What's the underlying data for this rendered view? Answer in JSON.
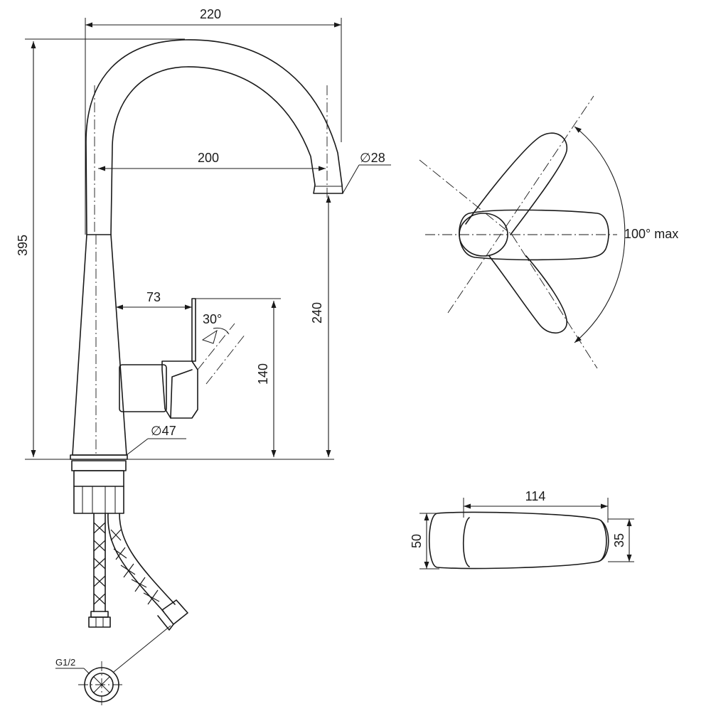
{
  "dimensions": {
    "total_width": "220",
    "spout_reach": "200",
    "spout_outlet_diameter": "∅28",
    "total_height": "395",
    "outlet_height": "240",
    "handle_offset": "73",
    "handle_angle": "30°",
    "handle_height": "140",
    "body_diameter": "∅47",
    "thread": "G1/2",
    "rotation": "100° max",
    "handle_length": "114",
    "handle_width": "50",
    "handle_tip_width": "35"
  }
}
